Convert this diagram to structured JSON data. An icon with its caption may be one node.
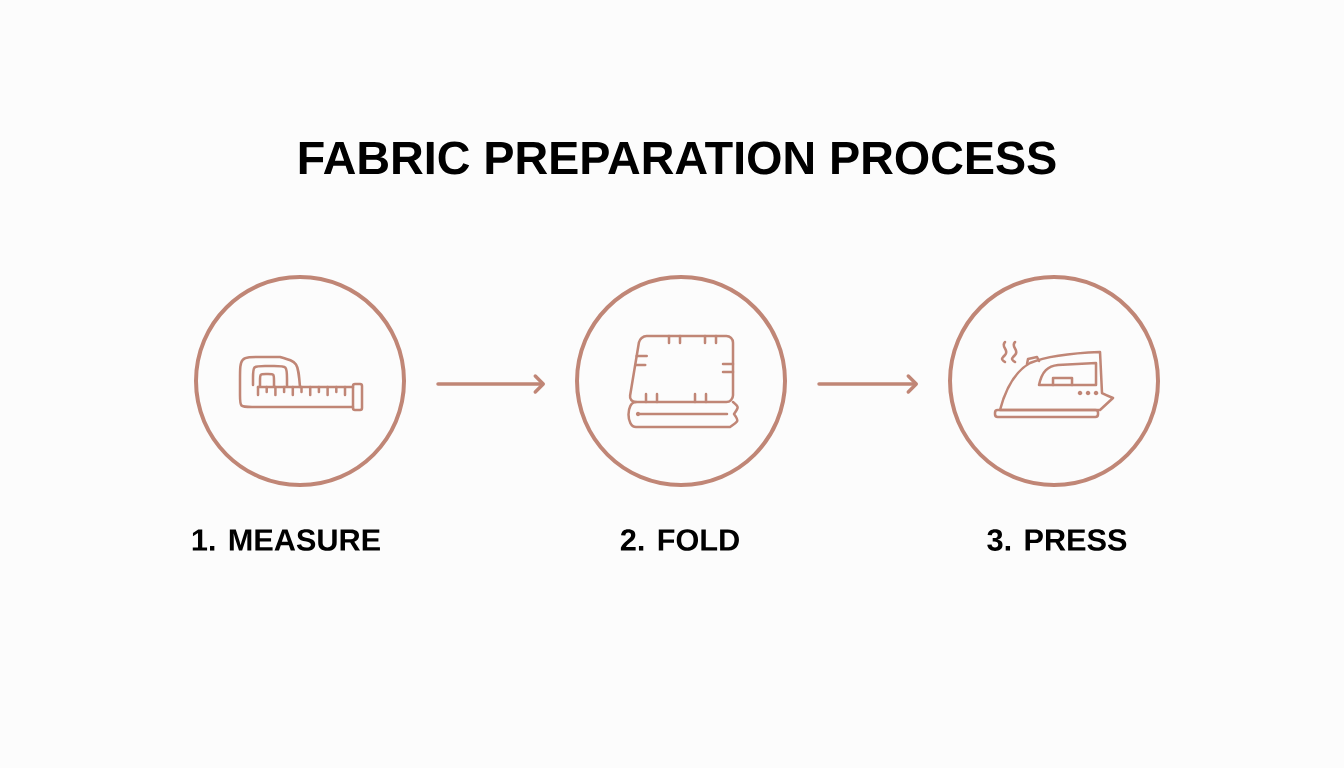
{
  "diagram": {
    "title": "FABRIC PREPARATION PROCESS",
    "nodes": [
      {
        "text": [],
        "shape": "circle",
        "beside": [
          "1. MEASURE"
        ]
      },
      {
        "text": [],
        "shape": "circle",
        "beside": [
          "2. FOLD"
        ]
      },
      {
        "text": [],
        "shape": "circle",
        "beside": [
          "3. PRESS"
        ]
      }
    ],
    "edges": [
      {
        "from": 0,
        "to": 1,
        "arrow": "to"
      },
      {
        "from": 1,
        "to": 2,
        "arrow": "to"
      }
    ]
  }
}
